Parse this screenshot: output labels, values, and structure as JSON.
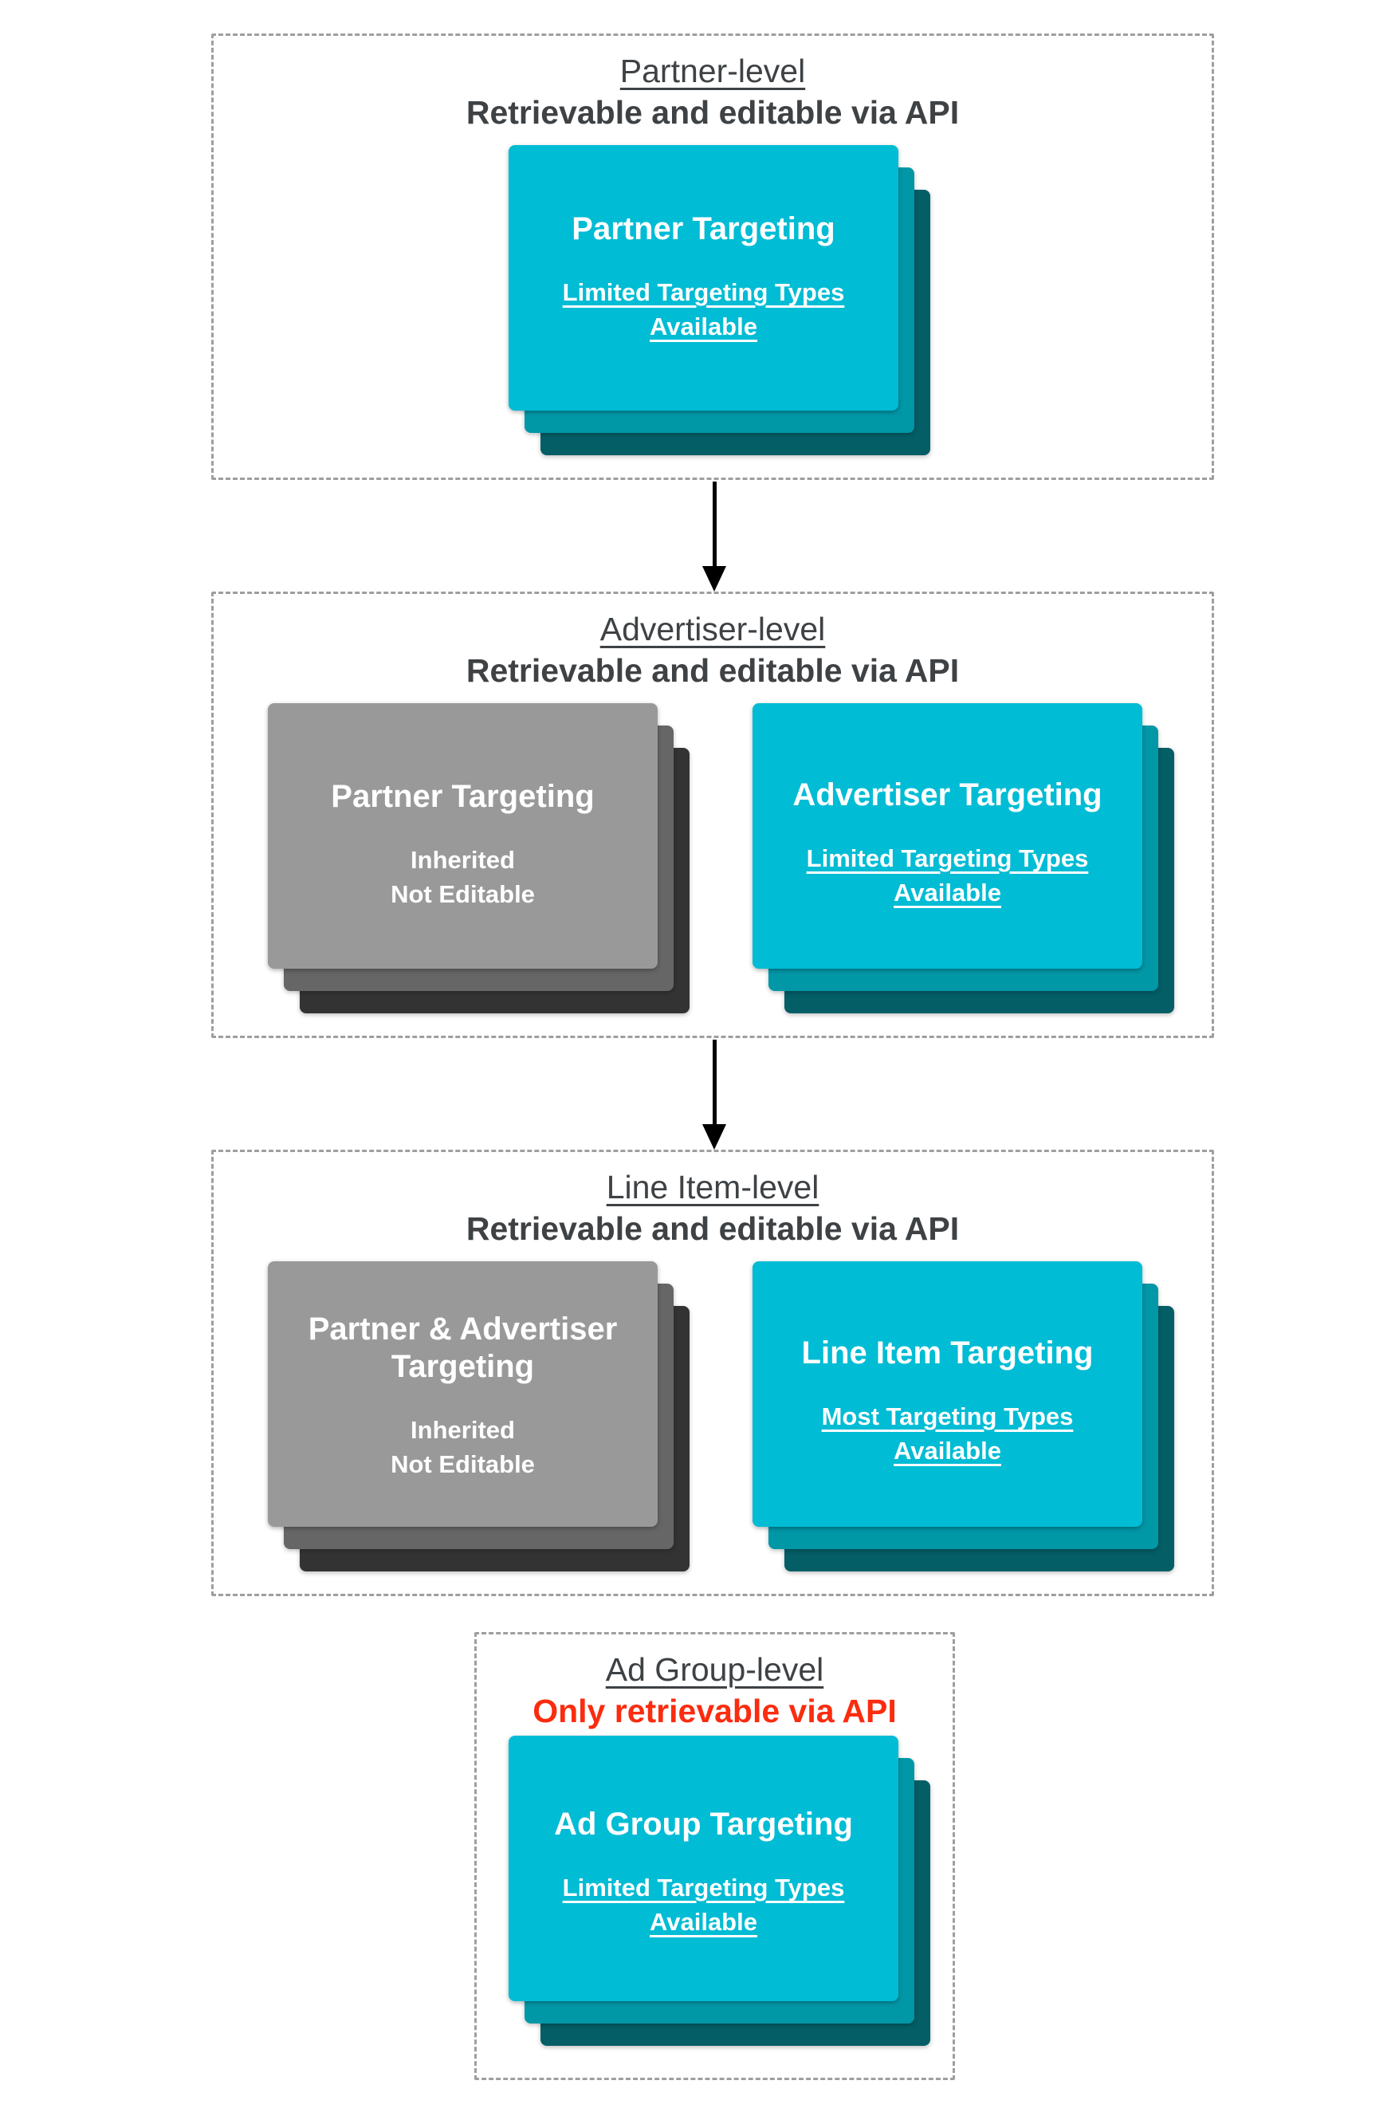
{
  "colors": {
    "teal_front": "#00BCD4",
    "teal_mid": "#0097A7",
    "teal_back": "#045E66",
    "gray_front": "#999999",
    "gray_mid": "#666666",
    "gray_back": "#333333",
    "heading": "#3E4245",
    "alert_red": "#FB2C0F",
    "border": "#9E9E9E",
    "arrow": "#000000"
  },
  "sections": [
    {
      "name": "partner-level",
      "title": "Partner-level",
      "subtitle": "Retrievable and editable via API",
      "cards": [
        {
          "style": "teal",
          "title_lines": [
            "Partner Targeting"
          ],
          "body_lines": [
            "Limited Targeting Types",
            "Available"
          ],
          "body_underlined": true
        }
      ]
    },
    {
      "name": "advertiser-level",
      "title": "Advertiser-level",
      "subtitle": "Retrievable and editable via API",
      "cards": [
        {
          "style": "gray",
          "title_lines": [
            "Partner Targeting"
          ],
          "body_lines": [
            "Inherited",
            "Not Editable"
          ],
          "body_underlined": false
        },
        {
          "style": "teal",
          "title_lines": [
            "Advertiser Targeting"
          ],
          "body_lines": [
            "Limited Targeting Types",
            "Available"
          ],
          "body_underlined": true
        }
      ]
    },
    {
      "name": "line-item-level",
      "title": "Line Item-level",
      "subtitle": "Retrievable and editable via API",
      "cards": [
        {
          "style": "gray",
          "title_lines": [
            "Partner & Advertiser",
            "Targeting"
          ],
          "body_lines": [
            "Inherited",
            "Not Editable"
          ],
          "body_underlined": false
        },
        {
          "style": "teal",
          "title_lines": [
            "Line Item Targeting"
          ],
          "body_lines": [
            "Most Targeting Types",
            "Available"
          ],
          "body_underlined": true
        }
      ]
    },
    {
      "name": "ad-group-level",
      "title": "Ad Group-level",
      "subtitle": "Only retrievable via API",
      "cards": [
        {
          "style": "teal",
          "title_lines": [
            "Ad Group Targeting"
          ],
          "body_lines": [
            "Limited Targeting Types",
            "Available"
          ],
          "body_underlined": true
        }
      ]
    }
  ]
}
